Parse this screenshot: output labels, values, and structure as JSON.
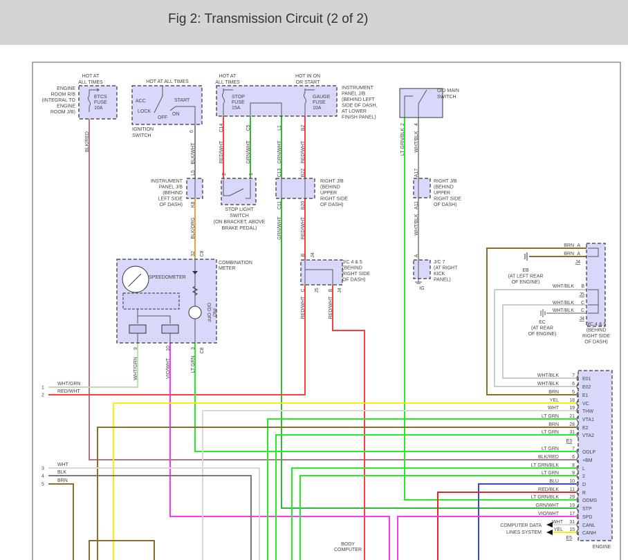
{
  "header": {
    "title": "Fig 2: Transmission Circuit (2 of 2)"
  },
  "etcs": {
    "hot": [
      "HOT AT",
      "ALL TIMES"
    ],
    "location": [
      "ENGINE",
      "ROOM R/B",
      "(INTEGRAL TO",
      "ENGINE",
      "ROOM J/B)"
    ],
    "fuse": [
      "ETCS",
      "FUSE",
      "10A"
    ]
  },
  "ignition": {
    "hot": "HOT AT ALL TIMES",
    "acc": "ACC",
    "lock": "LOCK",
    "off": "OFF",
    "start": "START",
    "on": "ON",
    "name": [
      "IGNITION",
      "SWITCH"
    ],
    "pin": "6"
  },
  "ipjb": {
    "hot_stop": [
      "HOT AT",
      "ALL TIMES"
    ],
    "hot_gauge": [
      "HOT IN ON",
      "OR START"
    ],
    "stop_fuse": [
      "STOP",
      "FUSE",
      "15A"
    ],
    "gauge_fuse": [
      "GAUGE",
      "FUSE",
      "10A"
    ],
    "name": [
      "INSTRUMENT",
      "PANEL J/B",
      "(BEHIND LEFT",
      "SIDE OF DASH,",
      "AT LOWER",
      "FINISH PANEL)"
    ]
  },
  "ipjb_left": {
    "name": [
      "INSTRUMENT",
      "PANEL J/B",
      "(BEHIND",
      "LEFT SIDE",
      "OF DASH)"
    ]
  },
  "stop_light": {
    "name": [
      "STOP LIGHT",
      "SWITCH",
      "(ON BRACKET, ABOVE",
      "BRAKE PEDAL)"
    ],
    "pin1": "1",
    "pin2": "2"
  },
  "right_jb": {
    "name": [
      "RIGHT J/B",
      "(BEHIND",
      "UPPER",
      "RIGHT SIDE",
      "OF DASH)"
    ]
  },
  "right_jb2": {
    "name": [
      "RIGHT J/B",
      "(BEHIND",
      "UPPER",
      "RIGHT SIDE",
      "OF DASH)"
    ]
  },
  "od_main": {
    "name": [
      "O/D MAIN",
      "SWITCH"
    ]
  },
  "combo": {
    "name": [
      "COMBINATION",
      "METER"
    ],
    "speedometer": "SPEEDOMETER",
    "od_off": [
      "O/D OFF",
      "IND"
    ]
  },
  "jc45": {
    "name": [
      "J/C 4 & 5",
      "(BEHIND",
      "RIGHT SIDE",
      "OF DASH)"
    ]
  },
  "jc7": {
    "name": [
      "J/C 7",
      "(AT RIGHT",
      "KICK",
      "PANEL)"
    ],
    "ground": "IG"
  },
  "eb": {
    "name": [
      "EB",
      "(AT LEFT REAR",
      "OF ENGINE)"
    ]
  },
  "ec": {
    "name": [
      "EC",
      "(AT REAR",
      "OF ENGINE)"
    ]
  },
  "jc45_right": {
    "name": [
      "J/C 4 & 5",
      "(BEHIND",
      "RIGHT SIDE",
      "OF DASH)"
    ],
    "rows": [
      {
        "wire": "BRN",
        "pin": "A"
      },
      {
        "wire": "BRN",
        "pin": "A"
      },
      {
        "wire": "WHT/BLK",
        "pin": "B"
      },
      {
        "wire": "WHT/BLK",
        "pin": "C"
      },
      {
        "wire": "WHT/BLK",
        "pin": "C"
      }
    ],
    "connectors": [
      "J4",
      "J5",
      "J4"
    ]
  },
  "body_computer": [
    "BODY",
    "COMPUTER"
  ],
  "computer_data": [
    "COMPUTER DATA",
    "LINES SYSTEM"
  ],
  "vertical_labels": {
    "blk_red": "BLK/RED",
    "blk_wht": "BLK/WHT",
    "l5": "L5",
    "k8": "K8",
    "blk_org": "BLK/ORG",
    "c14": "C14",
    "red_wht_1": "RED/WHT",
    "c5": "C5",
    "grn_wht_1": "GRN/WHT",
    "l1": "L1",
    "grn_wht_2": "GRN/WHT",
    "c13": "C13",
    "c11": "C11",
    "grn_wht_3": "GRN/WHT",
    "b2": "B2",
    "red_wht_2": "RED/WHT",
    "b22": "B22",
    "b20": "B20",
    "red_wht_3": "RED/WHT",
    "meter_32": "32",
    "meter_c8_top": "C8",
    "jc_b_in": "B",
    "jc_j4_in": "J4",
    "jc_c_out": "C",
    "jc_j5_out": "J5",
    "jc_b_out": "B",
    "jc_j4_out": "J4",
    "red_wht_4": "RED/WHT",
    "red_wht_5": "RED/WHT",
    "meter_9": "9",
    "meter_10": "10",
    "meter_3": "3",
    "meter_c8_bot": "C8",
    "wht_grn": "WHT/GRN",
    "vio_wht": "VIO/WHT",
    "lt_grn": "LT GRN",
    "od_2": "2",
    "lt_grn_blk": "LT GRN/BLK",
    "od_4": "4",
    "wht_blk_1": "WHT/BLK",
    "a17": "A17",
    "a11": "A11",
    "wht_blk_2": "WHT/BLK",
    "jc7_a": "A"
  },
  "left_lines": [
    {
      "num": "1",
      "wire": "WHT/GRN"
    },
    {
      "num": "2",
      "wire": "RED/WHT"
    },
    {
      "num": "3",
      "wire": "WHT"
    },
    {
      "num": "4",
      "wire": "BLK"
    },
    {
      "num": "5",
      "wire": "BRN"
    }
  ],
  "ecm": {
    "name": "ENGINE",
    "pins": [
      {
        "wire": "WHT/BLK",
        "num": "7",
        "name": "E01"
      },
      {
        "wire": "WHT/BLK",
        "num": "6",
        "name": "E02"
      },
      {
        "wire": "BRN",
        "num": "5",
        "name": "E1"
      },
      {
        "wire": "YEL",
        "num": "18",
        "name": "VC"
      },
      {
        "wire": "WHT",
        "num": "19",
        "name": "THW"
      },
      {
        "wire": "LT GRN",
        "num": "21",
        "name": "VTA1"
      },
      {
        "wire": "BRN",
        "num": "28",
        "name": "E2"
      },
      {
        "wire": "LT GRN",
        "num": "31",
        "name": "VTA2"
      },
      {
        "wire": "LT GRN",
        "num": "7",
        "name": "ODLP"
      },
      {
        "wire": "BLK/RED",
        "num": "6",
        "name": "+BM"
      },
      {
        "wire": "LT GRN/BLK",
        "num": "8",
        "name": "L"
      },
      {
        "wire": "LT GRN",
        "num": "9",
        "name": "2"
      },
      {
        "wire": "BLU",
        "num": "10",
        "name": "D"
      },
      {
        "wire": "RED/BLK",
        "num": "11",
        "name": "R"
      },
      {
        "wire": "LT GRN/BLK",
        "num": "29",
        "name": "ODMS"
      },
      {
        "wire": "GRN/WHT",
        "num": "19",
        "name": "STP"
      },
      {
        "wire": "VIO/WHT",
        "num": "17",
        "name": "SPD"
      },
      {
        "wire": "WHT",
        "num": "31",
        "name": "CANL"
      },
      {
        "wire": "YEL",
        "num": "15",
        "name": "CANH"
      }
    ],
    "connectors": [
      "E3",
      "E5"
    ]
  },
  "colors": {
    "header_bg": "#d4d4d4",
    "component_fill": "#d8d8fb",
    "red": "#ff3b3b",
    "lt_grn": "#22ee22",
    "grn_wht": "#33b833",
    "brn": "#8b6d2a",
    "yel": "#ffee00",
    "vio": "#ff33ff",
    "blu": "#3344ff",
    "wht": "#d8d8d8",
    "blk": "#777777"
  }
}
